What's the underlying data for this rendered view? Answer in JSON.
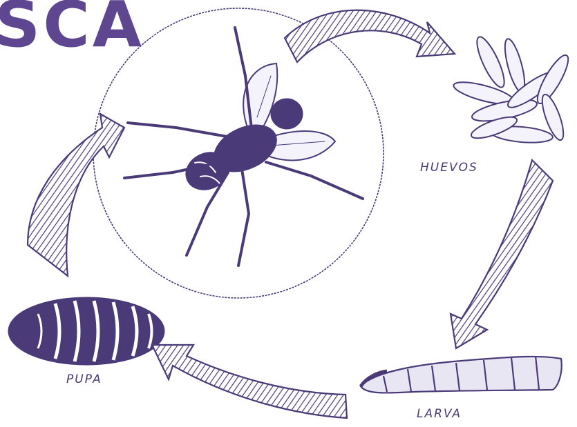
{
  "diagram": {
    "title": "SCA",
    "stages": {
      "eggs": "HUEVOS",
      "pupa": "PUPA",
      "larva": "LARVA"
    }
  },
  "colors": {
    "ink": "#4a3a78",
    "title": "#5e4691",
    "background": "#ffffff"
  },
  "icons": [
    "fly-icon",
    "eggs-icon",
    "larva-icon",
    "pupa-icon",
    "cycle-arrow-icon"
  ]
}
